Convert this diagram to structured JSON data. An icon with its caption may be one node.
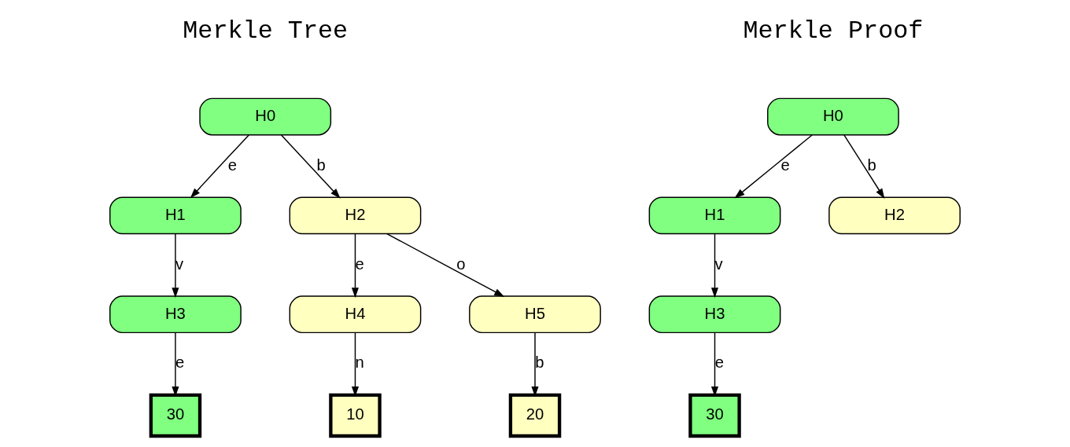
{
  "diagram": {
    "nodes": [
      {
        "text": [
          "H0"
        ]
      },
      {
        "text": [
          "H1"
        ]
      },
      {
        "text": [
          "H2"
        ]
      },
      {
        "text": [
          "H3"
        ]
      },
      {
        "text": [
          "H4"
        ]
      },
      {
        "text": [
          "H5"
        ]
      },
      {
        "text": [
          "30"
        ]
      },
      {
        "text": [
          "10"
        ]
      },
      {
        "text": [
          "20"
        ]
      },
      {
        "text": [
          "H0"
        ]
      },
      {
        "text": [
          "H1"
        ]
      },
      {
        "text": [
          "H2"
        ]
      },
      {
        "text": [
          "H3"
        ]
      },
      {
        "text": [
          "30"
        ]
      }
    ],
    "edges": [
      {
        "from": 0,
        "to": 1,
        "arrow": "to",
        "label": "e"
      },
      {
        "from": 0,
        "to": 2,
        "arrow": "to",
        "label": "b"
      },
      {
        "from": 1,
        "to": 3,
        "arrow": "to",
        "label": "v"
      },
      {
        "from": 2,
        "to": 4,
        "arrow": "to",
        "label": "e"
      },
      {
        "from": 2,
        "to": 5,
        "arrow": "to",
        "label": "o"
      },
      {
        "from": 3,
        "to": 6,
        "arrow": "to",
        "label": "e"
      },
      {
        "from": 4,
        "to": 7,
        "arrow": "to",
        "label": "n"
      },
      {
        "from": 5,
        "to": 8,
        "arrow": "to",
        "label": "b"
      },
      {
        "from": 9,
        "to": 10,
        "arrow": "to",
        "label": "e"
      },
      {
        "from": 9,
        "to": 11,
        "arrow": "to",
        "label": "b"
      },
      {
        "from": 10,
        "to": 12,
        "arrow": "to",
        "label": "v"
      },
      {
        "from": 12,
        "to": 13,
        "arrow": "to",
        "label": "e"
      }
    ],
    "labels": [
      "Merkle Tree",
      "Merkle Proof"
    ]
  }
}
